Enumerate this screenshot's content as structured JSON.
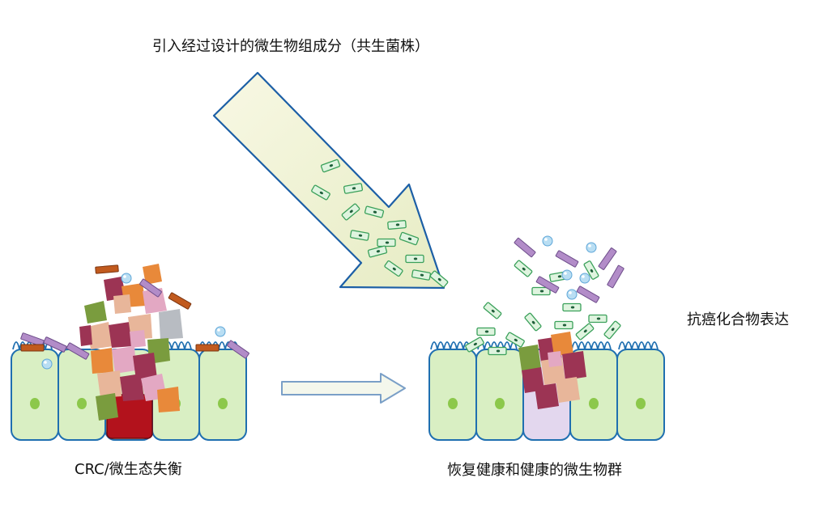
{
  "labels": {
    "top": "引入经过设计的微生物组成分（共生菌株）",
    "right": "抗癌化合物表达",
    "left": "CRC/微生态失衡",
    "bottom": "恢复健康和健康的微生物群"
  },
  "colors": {
    "cell_fill": "#d9efc3",
    "cell_stroke": "#1f6fb0",
    "nucleus": "#8cc84b",
    "arrow_fill": "#f5f6d6",
    "arrow_stroke": "#1c5fa6",
    "bacteria_fill": "#dff4df",
    "bacteria_stroke": "#3aa05a",
    "bubble": "#a8d4f0",
    "orange": "#e8893a",
    "maroon": "#9c3454",
    "olive": "#7a9c3e",
    "tan": "#e8b69a",
    "pink": "#e3a8c3",
    "purple": "#b28cc8",
    "brown": "#b4571f",
    "grey": "#b8bcc2",
    "tumor": "#b3121c",
    "lilac_cell": "#e3d7ee"
  }
}
